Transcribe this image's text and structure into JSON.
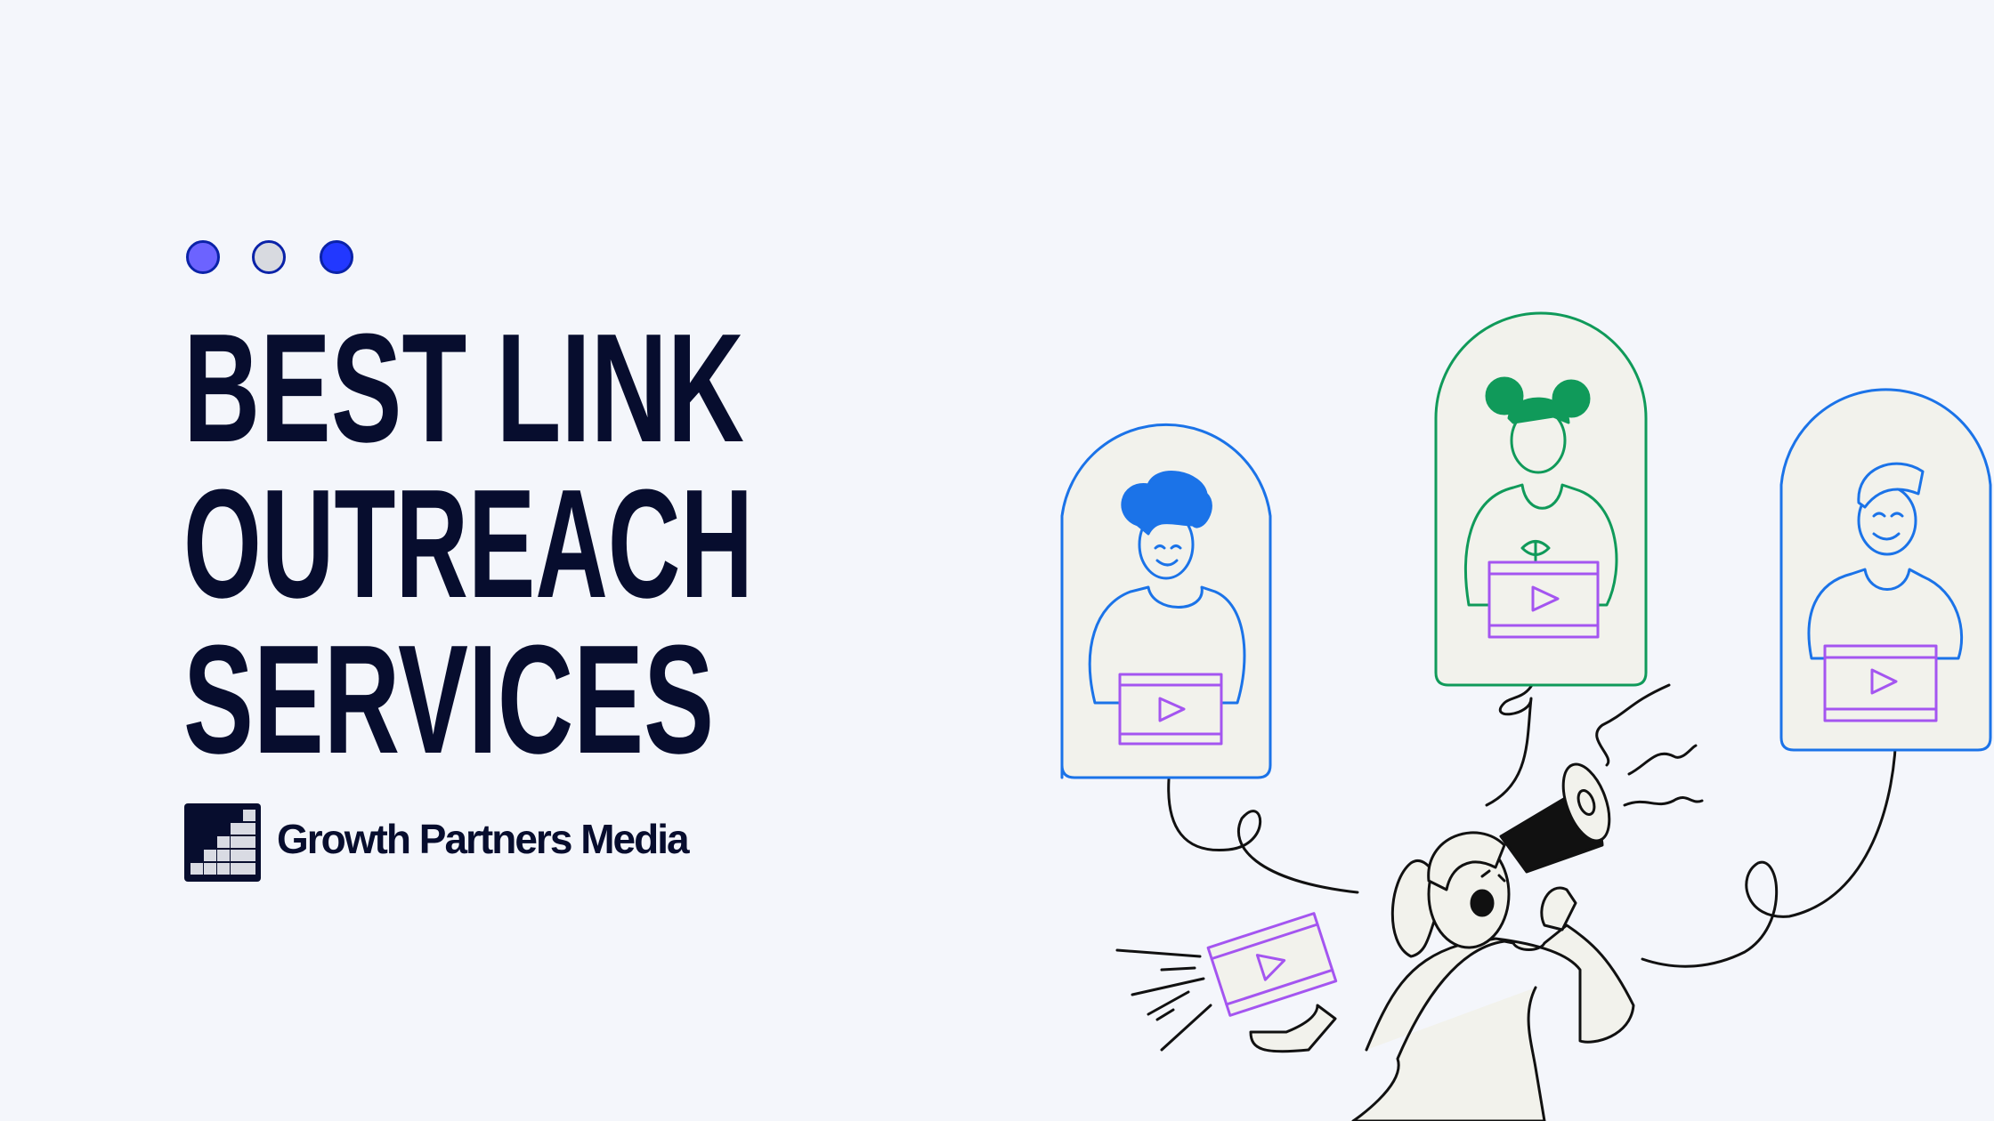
{
  "header": {
    "dots": [
      {
        "name": "dot-purple",
        "color": "#6c63ff"
      },
      {
        "name": "dot-grey",
        "color": "#d8dae0"
      },
      {
        "name": "dot-blue",
        "color": "#2238ff"
      }
    ],
    "title_lines": [
      "BEST LINK",
      "OUTREACH",
      "SERVICES"
    ]
  },
  "brand": {
    "name": "Growth Partners Media"
  },
  "colors": {
    "text": "#070d2e",
    "blue": "#1b73e8",
    "green": "#109a5a",
    "purple": "#a455f0",
    "card": "#f2f2ec"
  }
}
